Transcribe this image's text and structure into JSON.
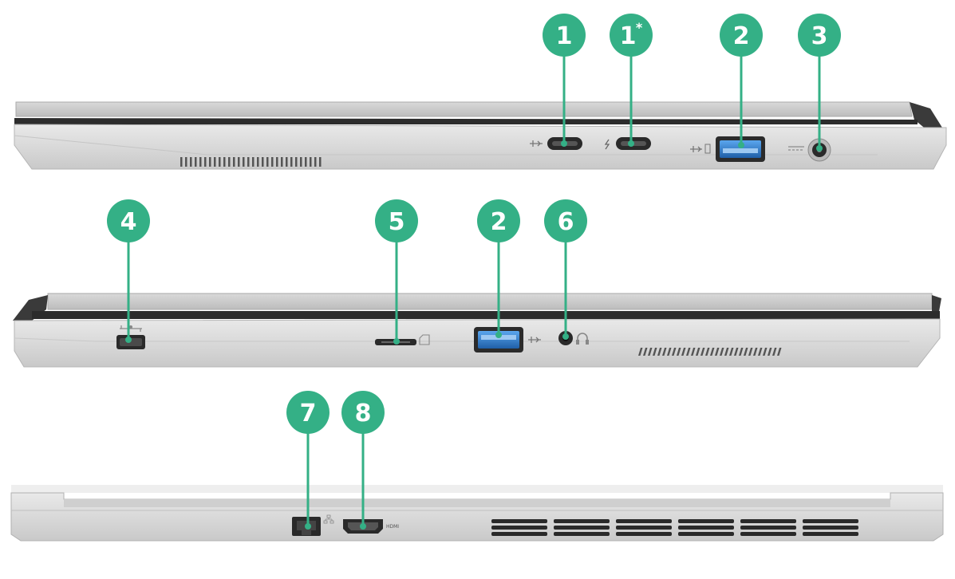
{
  "badges": {
    "b1": "1",
    "b1star": "1",
    "b1star_mark": "*",
    "b2_right": "2",
    "b3": "3",
    "b4": "4",
    "b5": "5",
    "b2_left": "2",
    "b6": "6",
    "b7": "7",
    "b8": "8"
  },
  "port_labels": {
    "hdmi": "HDMI"
  },
  "colors": {
    "badge_green": "#34b086",
    "chassis_light": "#d8d8d8",
    "chassis_dark": "#3a3a3a",
    "usb_blue": "#2e7fd1"
  },
  "icons": [
    "usb-icon",
    "thunderbolt-icon",
    "power-icon",
    "lock-icon",
    "sd-card-icon",
    "headphone-icon",
    "network-icon"
  ]
}
